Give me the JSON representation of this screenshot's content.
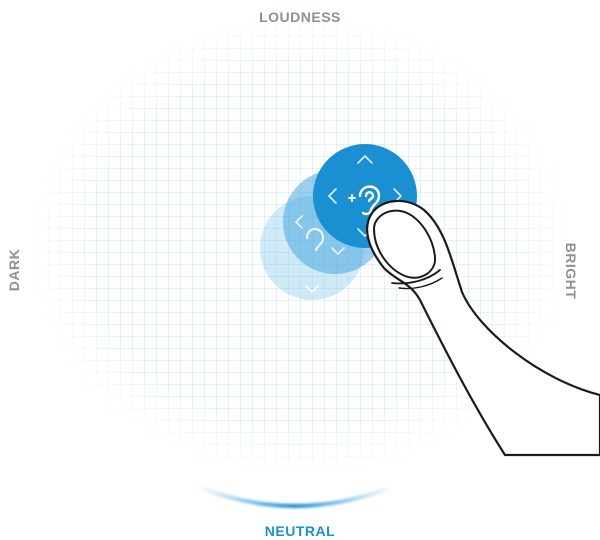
{
  "axes": {
    "top": "LOUDNESS",
    "left": "DARK",
    "right": "BRIGHT",
    "bottom": "NEUTRAL"
  },
  "colors": {
    "accent": "#1a8fd1",
    "accent_light": "#7cc3ea",
    "grid": "#c7e3f4",
    "label": "#8c9197"
  },
  "icons": {
    "knob": "hearing-plus-icon",
    "arrows": "chevron-icon"
  },
  "sound_position": {
    "brightness": 0.3,
    "loudness": 0.4
  }
}
